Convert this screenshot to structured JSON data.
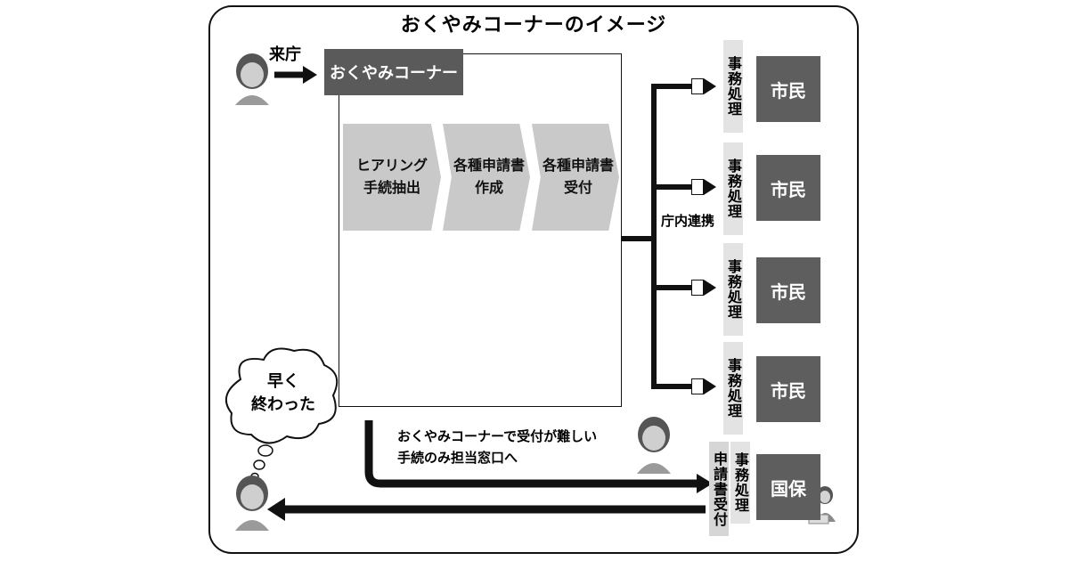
{
  "title": "おくやみコーナーのイメージ",
  "visit_label": "来庁",
  "corner_label": "おくやみコーナー",
  "steps": [
    {
      "line1": "ヒアリング",
      "line2": "手続抽出"
    },
    {
      "line1": "各種申請書",
      "line2": "作成"
    },
    {
      "line1": "各種申請書",
      "line2": "受付"
    }
  ],
  "internal_link_label": "庁内連携",
  "office_task_label": "事務処理",
  "citizen_label": "市民",
  "health_insurance_label": "国保",
  "application_receipt_label": "申請書受付",
  "note": {
    "line1": "おくやみコーナーで受付が難しい",
    "line2": "手続のみ担当窓口へ"
  },
  "bubble": {
    "line1": "早く",
    "line2": "終わった"
  }
}
